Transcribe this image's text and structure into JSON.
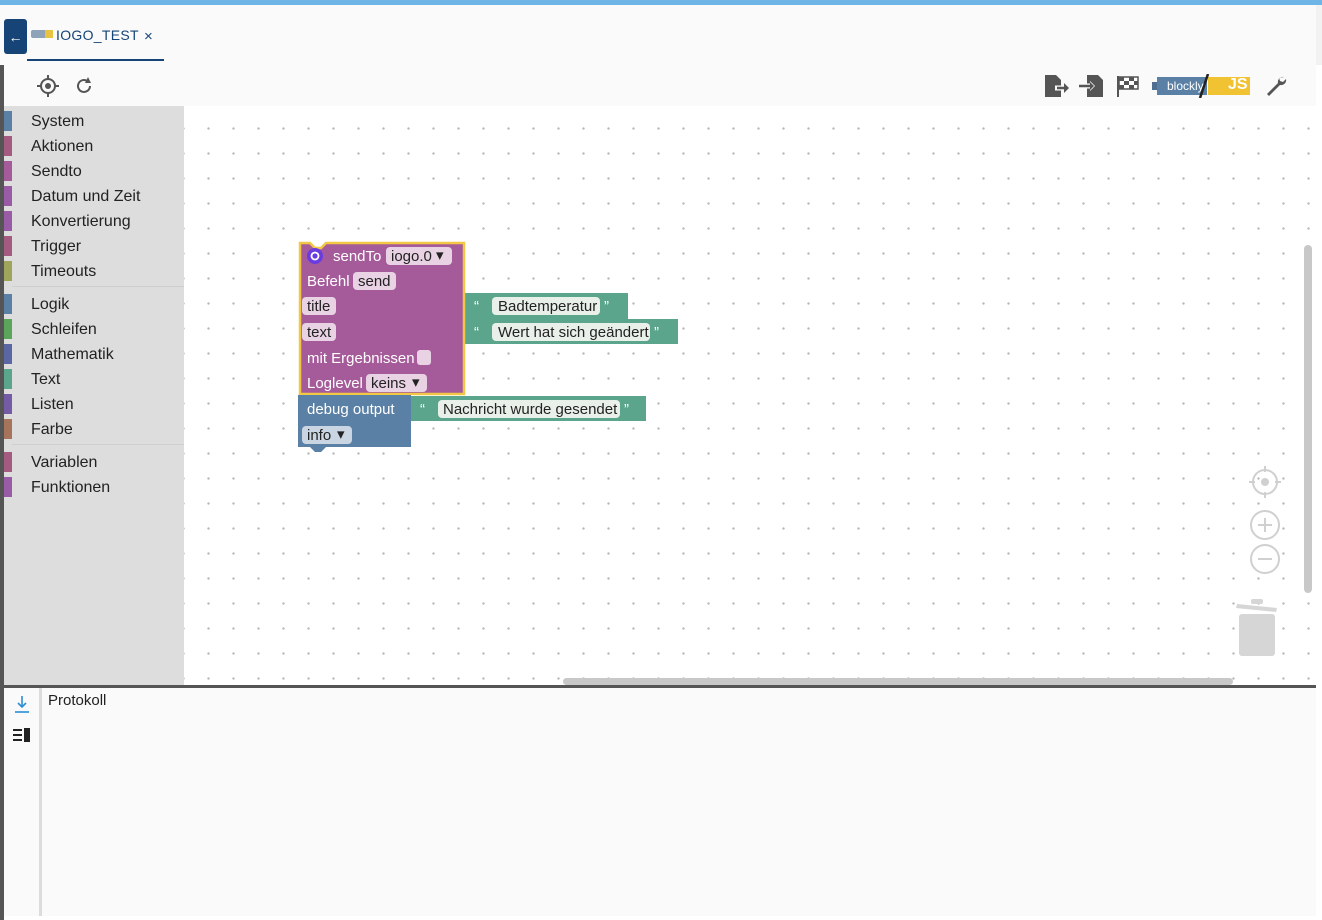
{
  "tab": {
    "title": "IOGO_TEST",
    "close": "×"
  },
  "toolbar": {
    "blockly_label": "blockly",
    "js_label": "JS"
  },
  "toolbox": {
    "groups": [
      [
        {
          "label": "System",
          "color": "#5b80a5"
        },
        {
          "label": "Aktionen",
          "color": "#a55b80"
        },
        {
          "label": "Sendto",
          "color": "#a55b99"
        },
        {
          "label": "Datum und Zeit",
          "color": "#995ba5"
        },
        {
          "label": "Konvertierung",
          "color": "#995ba5"
        },
        {
          "label": "Trigger",
          "color": "#a55b80"
        },
        {
          "label": "Timeouts",
          "color": "#9fa55b"
        }
      ],
      [
        {
          "label": "Logik",
          "color": "#5b80a5"
        },
        {
          "label": "Schleifen",
          "color": "#5ba55b"
        },
        {
          "label": "Mathematik",
          "color": "#5b67a5"
        },
        {
          "label": "Text",
          "color": "#5ba58c"
        },
        {
          "label": "Listen",
          "color": "#745ba5"
        },
        {
          "label": "Farbe",
          "color": "#a5745b"
        }
      ],
      [
        {
          "label": "Variablen",
          "color": "#a55b80"
        },
        {
          "label": "Funktionen",
          "color": "#995ba5"
        }
      ]
    ]
  },
  "blocks": {
    "sendto": {
      "label": "sendTo",
      "instance": "iogo.0",
      "befehl_label": "Befehl",
      "befehl_value": "send",
      "title_key": "title",
      "title_value": "Badtemperatur",
      "text_key": "text",
      "text_value": "Wert hat sich geändert",
      "ergebnisse_label": "mit Ergebnissen",
      "loglevel_label": "Loglevel",
      "loglevel_value": "keins",
      "color": "#a55b99"
    },
    "debug": {
      "label": "debug output",
      "value": "Nachricht wurde gesendet",
      "level": "info",
      "color": "#5b80a5"
    },
    "text_color": "#5ba58c",
    "quote_open": "“",
    "quote_close": "”",
    "dropdown_arrow": "▾"
  },
  "log": {
    "title": "Protokoll"
  },
  "icons": {
    "back": "arrow-left-icon",
    "target": "crosshair-icon",
    "refresh": "refresh-icon",
    "export": "export-icon",
    "import": "import-icon",
    "check": "checkered-flag-icon",
    "settings": "wrench-icon"
  }
}
